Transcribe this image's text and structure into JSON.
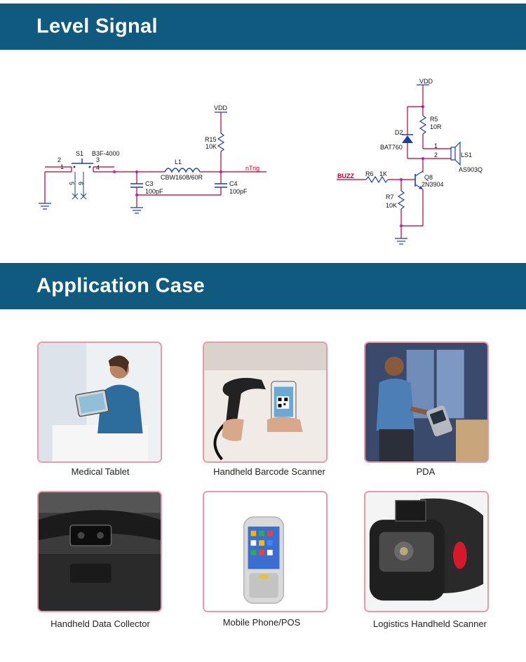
{
  "sections": {
    "level_signal": "Level Signal",
    "application_case": "Application Case"
  },
  "schematic_left": {
    "switch_ref": "S1",
    "switch_part": "B3F-4000",
    "pin1": "1",
    "pin2": "2",
    "pin3": "3",
    "pin4": "4",
    "pin5": "5",
    "pin6": "6",
    "inductor_ref": "L1",
    "inductor_part": "CBW1608/60R",
    "c3_ref": "C3",
    "c3_val": "100pF",
    "c4_ref": "C4",
    "c4_val": "100pF",
    "r15_ref": "R15",
    "r15_val": "10K",
    "vdd": "VDD",
    "net": "nTrig"
  },
  "schematic_right": {
    "vdd": "VDD",
    "r5_ref": "R5",
    "r5_val": "10R",
    "d2_ref": "D2",
    "d2_part": "BAT760",
    "ls_pin1": "1",
    "ls_pin2": "2",
    "ls_ref": "LS1",
    "ls_part": "AS903Q",
    "buzz": "BUZZ",
    "r6_ref": "R6",
    "r6_val": "1K",
    "q8_ref": "Q8",
    "q8_part": "2N3904",
    "r7_ref": "R7",
    "r7_val": "10K"
  },
  "cases": [
    {
      "label": "Medical Tablet",
      "icon": "medical-tablet-photo"
    },
    {
      "label": "Handheld Barcode Scanner",
      "icon": "barcode-scanner-photo"
    },
    {
      "label": "PDA",
      "icon": "pda-photo"
    },
    {
      "label": "Handheld Data Collector",
      "icon": "data-collector-photo"
    },
    {
      "label": "Mobile Phone/POS",
      "icon": "mobile-pos-photo"
    },
    {
      "label": "Logistics Handheld Scanner",
      "icon": "logistics-scanner-photo"
    }
  ],
  "colors": {
    "banner": "#0f5a7e",
    "wire_red": "#b8002e",
    "component": "#1a3fa8",
    "junction": "#c81fc8",
    "card_border": "#e79ba9"
  }
}
